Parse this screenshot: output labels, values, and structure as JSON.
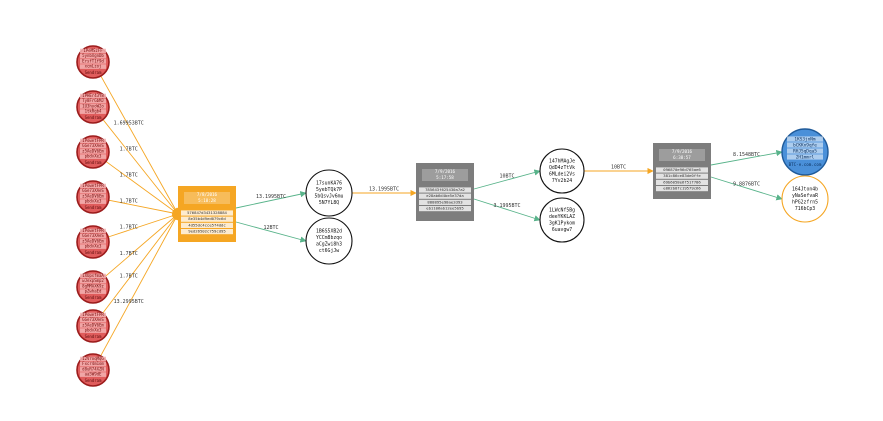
{
  "colors": {
    "red_fill": "#e05c5c",
    "red_stroke": "#9b1c1c",
    "orange": "#f5a623",
    "gray_tx": "#7d7d7d",
    "green_edge": "#58b38a",
    "blue_fill": "#4a90d9",
    "node_stroke": "#111111"
  },
  "inputs": [
    {
      "lines": [
        "1PeMSzFF",
        "5ynbXgnDb",
        "ErsfT1f9d",
        "xcmLzoj"
      ],
      "footer": "Sendram",
      "edge_label": "1.69953BTC"
    },
    {
      "lines": [
        "1PHEr43Y8",
        "Ty8FrGbMJ",
        "1U3hyoW2o",
        "1tkRgb4"
      ],
      "footer": "Sendram",
      "edge_label": "1.7BTC"
    },
    {
      "lines": [
        "1PowetFPR",
        "GGe73XAeS",
        "z5AeDV6Em",
        "pbdvXe3"
      ],
      "footer": "Sendram",
      "edge_label": "1.7BTC"
    },
    {
      "lines": [
        "1PowetFPR",
        "GGe73XAeS",
        "z5AeDV6Em",
        "pbdvXe3"
      ],
      "footer": "Sendram",
      "edge_label": "1.7BTC"
    },
    {
      "lines": [
        "1PowetFPR",
        "GGe73XAeS",
        "z5AeDV6Em",
        "pbdvXe3"
      ],
      "footer": "Sendram",
      "edge_label": "1.7BTC"
    },
    {
      "lines": [
        "1XUpsfmaA",
        "wJexpSmp2",
        "8gMMAXK9z",
        "pZwhaEd"
      ],
      "footer": "Sendram",
      "edge_label": "1.7BTC"
    },
    {
      "lines": [
        "1PowetFPR",
        "GGe73XAeS",
        "z5AeDV6Em",
        "pbdvXe3"
      ],
      "footer": "Sendram",
      "edge_label": "1.7BTC"
    },
    {
      "lines": [
        "12VroqMqG",
        "Fxcr4m1om",
        "d8uR74XZN",
        "aa5W9dE"
      ],
      "footer": "Sendram",
      "edge_label": "13.2995BTC"
    }
  ],
  "tx1": {
    "date": "7/8/2016",
    "time": "5:18:28",
    "hash_lines": [
      "576847d3431328884",
      "8e35b4d9ed079c6d",
      "4d55dc4cce5f4ddc",
      "9ed26502c759cd95"
    ]
  },
  "mid1": {
    "lines": [
      "17sunKA76",
      "5yebTQk7P",
      "5bQsvJv6mu",
      "5N7YL8Q"
    ],
    "in_label": "13.1995BTC",
    "out_label": "13.1995BTC"
  },
  "mid2": {
    "lines": [
      "1B6S5XB2d",
      "YCCm8bzqo",
      "aCgZwi8h3",
      "ct6GjJw"
    ],
    "in_label": "12BTC"
  },
  "tx2": {
    "date": "7/9/2016",
    "time": "5:17:58",
    "hash_lines": [
      "785643f625430a7a2",
      "e28ab6d4be5e37da",
      "888895e98ae2d93",
      "eb1106ab12ee5b95"
    ]
  },
  "mid3": {
    "lines": [
      "147hMAgJe",
      "QdD4zTtVk",
      "6MLdei2Vs",
      "7Yv2b24"
    ],
    "in_label": "10BTC",
    "out_label": "10BTC"
  },
  "mid4": {
    "lines": [
      "1LWcNf5Bg",
      "deeYKKLAZ",
      "3gK1Pykom",
      "6uavgw7"
    ],
    "in_label": "3.1995BTC"
  },
  "tx3": {
    "date": "7/9/2016",
    "time": "6:38:57",
    "hash_lines": [
      "096870e96d765ae6",
      "381c86ce83de0ffe",
      "69b6058e6f51f786",
      "e862b8fc19579c66"
    ]
  },
  "out_blue": {
    "lines": [
      "1KS3jnNm",
      "bCKKn9qfe",
      "RHJ5qDqa5",
      "2H1mmrl"
    ],
    "footer": "BTC-e.com.com",
    "in_label": "8.1548BTC"
  },
  "out_orange": {
    "lines": [
      "164Jton4b",
      "yNaSefvaR",
      "hPG2zfrn5",
      "716bCp3"
    ],
    "in_label": "9.8876BTC"
  }
}
